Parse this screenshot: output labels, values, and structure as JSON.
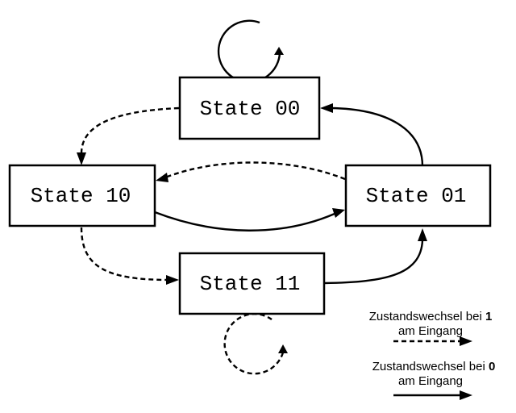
{
  "diagram": {
    "type": "state-transition",
    "states": {
      "s00": "State 00",
      "s10": "State 10",
      "s01": "State 01",
      "s11": "State 11"
    },
    "transitions": [
      {
        "from": "State 00",
        "to": "State 00",
        "input": "0"
      },
      {
        "from": "State 00",
        "to": "State 10",
        "input": "1"
      },
      {
        "from": "State 01",
        "to": "State 10",
        "input": "1"
      },
      {
        "from": "State 10",
        "to": "State 01",
        "input": "0"
      },
      {
        "from": "State 01",
        "to": "State 00",
        "input": "0"
      },
      {
        "from": "State 10",
        "to": "State 11",
        "input": "1"
      },
      {
        "from": "State 11",
        "to": "State 01",
        "input": "0"
      },
      {
        "from": "State 11",
        "to": "State 11",
        "input": "1"
      }
    ]
  },
  "legend": {
    "input1": {
      "line1_text": "Zustandswechsel bei ",
      "line1_bold": "1",
      "line2": "am Eingang",
      "line_style": "dashed"
    },
    "input0": {
      "line1_text": "Zustandswechsel bei ",
      "line1_bold": "0",
      "line2": "am Eingang",
      "line_style": "solid"
    }
  }
}
